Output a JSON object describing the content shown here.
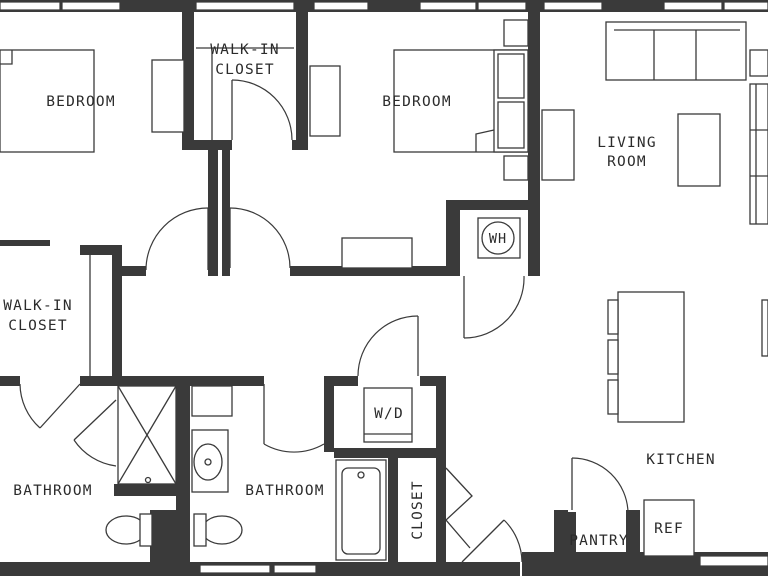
{
  "colors": {
    "wall": "#3a3a3a",
    "fixture": "#ffffff",
    "text": "#2b2b2b",
    "background": "#ffffff"
  },
  "rooms": {
    "bedroom_left": "BEDROOM",
    "walkin_top": "WALK-IN",
    "walkin_top_2": "CLOSET",
    "bedroom_right": "BEDROOM",
    "living": "LIVING",
    "living_2": "ROOM",
    "walkin_left": "WALK-IN",
    "walkin_left_2": "CLOSET",
    "water_heater": "WH",
    "washer_dryer": "W/D",
    "kitchen": "KITCHEN",
    "bathroom_left": "BATHROOM",
    "bathroom_right": "BATHROOM",
    "closet": "CLOSET",
    "pantry": "PANTRY",
    "refrigerator": "REF"
  }
}
